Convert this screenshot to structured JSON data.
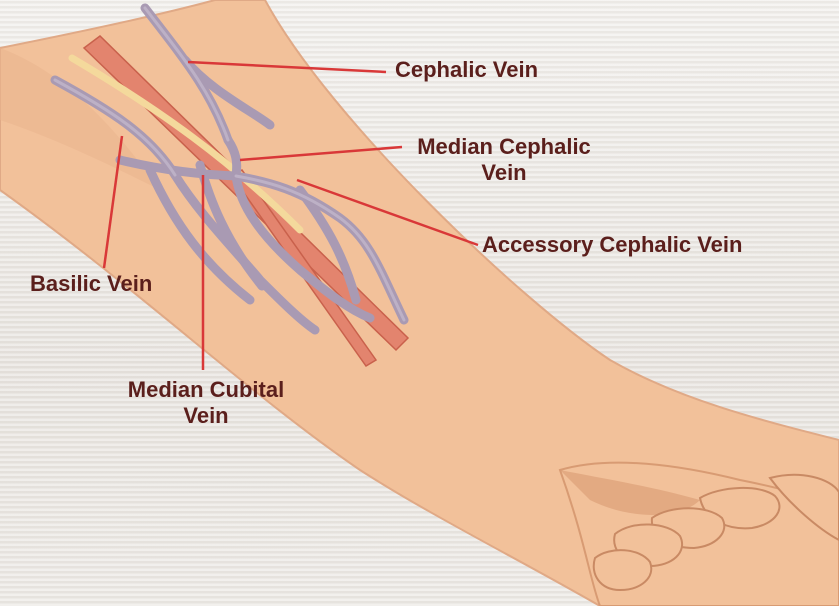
{
  "labels": {
    "cephalic_vein": "Cephalic Vein",
    "median_cephalic_vein_line1": "Median Cephalic",
    "median_cephalic_vein_line2": "Vein",
    "accessory_cephalic_vein": "Accessory Cephalic Vein",
    "basilic_vein": "Basilic Vein",
    "median_cubital_vein_line1": "Median Cubital",
    "median_cubital_vein_line2": "Vein"
  },
  "colors": {
    "label_text": "#5b1f1c",
    "leader_line": "#d93838",
    "skin": "#f2c19a",
    "skin_shadow": "#d89b73",
    "vein": "#a99ab3",
    "vein_outline": "#8b7d96",
    "artery": "#e3846e",
    "nerve": "#f4d99c"
  }
}
